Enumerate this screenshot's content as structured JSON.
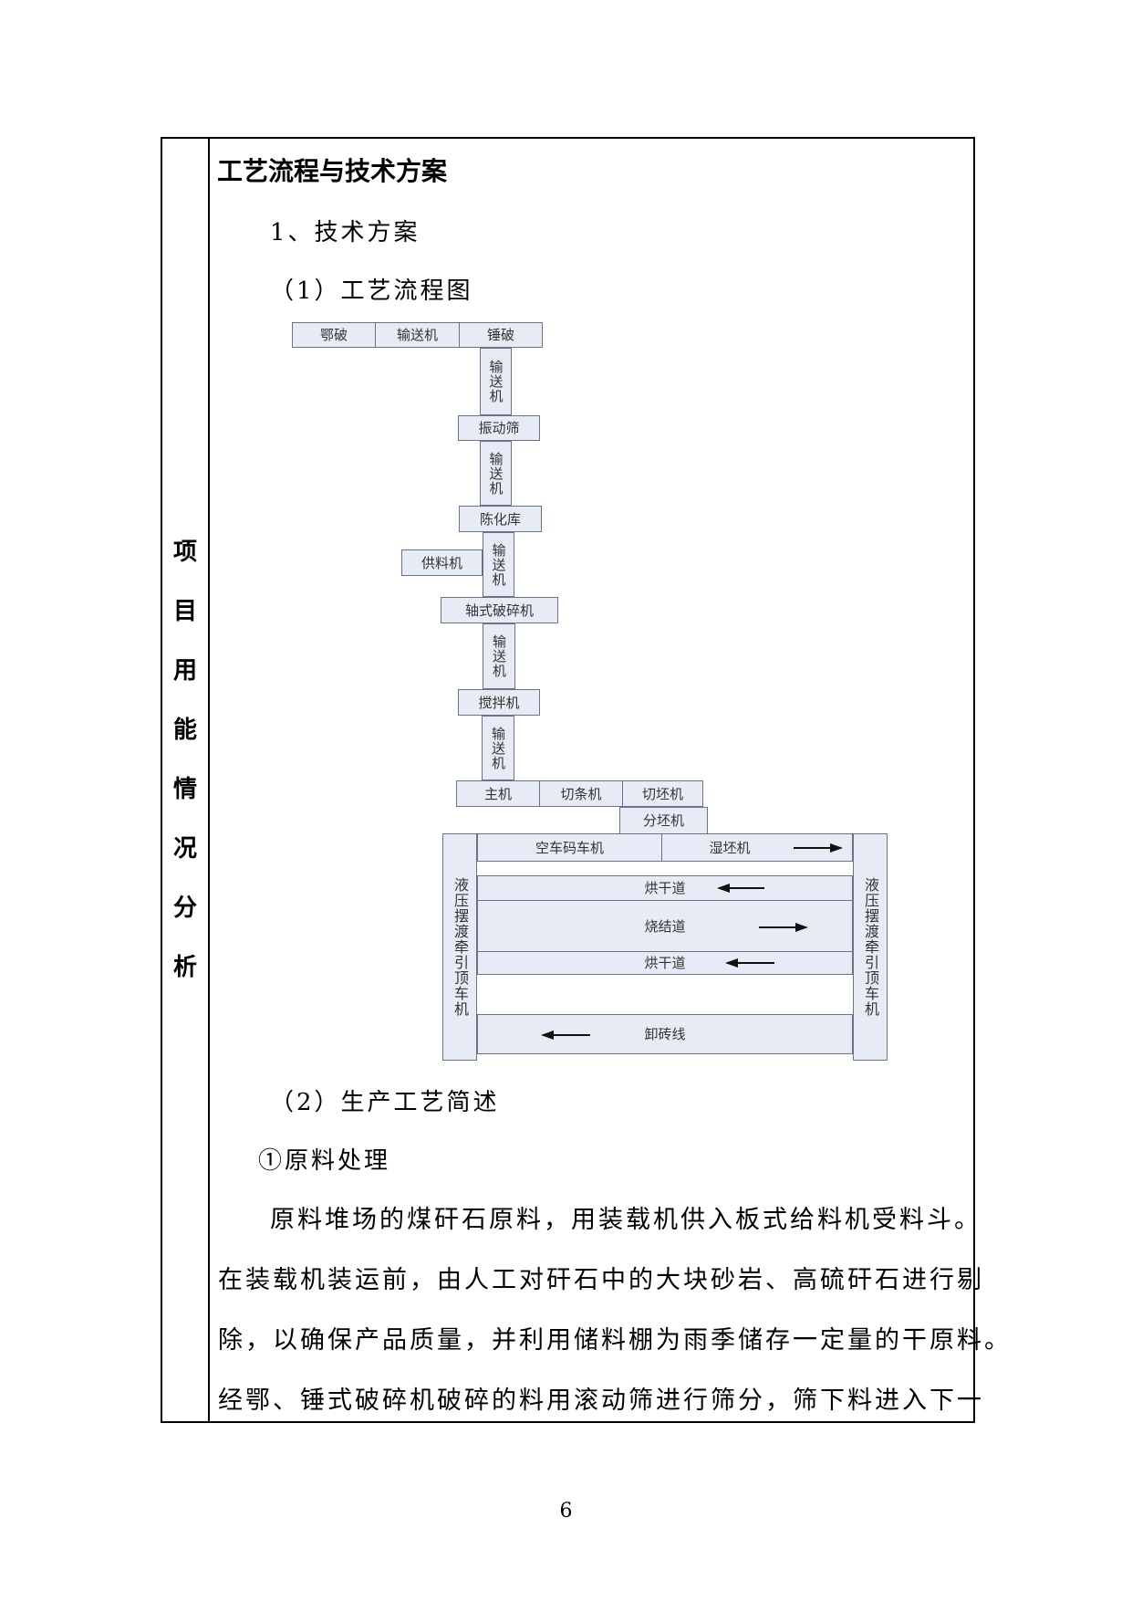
{
  "side_label": [
    "项",
    "目",
    "用",
    "能",
    "情",
    "况",
    "分",
    "析"
  ],
  "heading": "工艺流程与技术方案",
  "section1": "1、技术方案",
  "section1_1": "（1）工艺流程图",
  "flow": {
    "jaw": "鄂破",
    "conveyor": "输送机",
    "hammer": "锤破",
    "screen": "振动筛",
    "aging": "陈化库",
    "feeder": "供料机",
    "shaft_crusher": "轴式破碎机",
    "mixer": "搅拌机",
    "main": "主机",
    "strip_cutter": "切条机",
    "blank_cutter": "切坯机",
    "blank_splitter": "分坯机",
    "empty_car": "空车码车机",
    "wet_blank": "湿坯机",
    "dry1": "烘干道",
    "sinter": "烧结道",
    "dry2": "烘干道",
    "unload": "卸砖线",
    "left_transfer": "液压摆渡牵引顶车机",
    "right_transfer": "液压摆渡牵引顶车机"
  },
  "section1_2": "（2）生产工艺简述",
  "raw_title": "①原料处理",
  "paragraph": [
    "原料堆场的煤矸石原料，用装载机供入板式给料机受料斗。",
    "在装载机装运前，由人工对矸石中的大块砂岩、高硫矸石进行剔",
    "除，以确保产品质量，并利用储料棚为雨季储存一定量的干原料。",
    "经鄂、锤式破碎机破碎的料用滚动筛进行筛分，筛下料进入下一"
  ],
  "page_number": "6"
}
